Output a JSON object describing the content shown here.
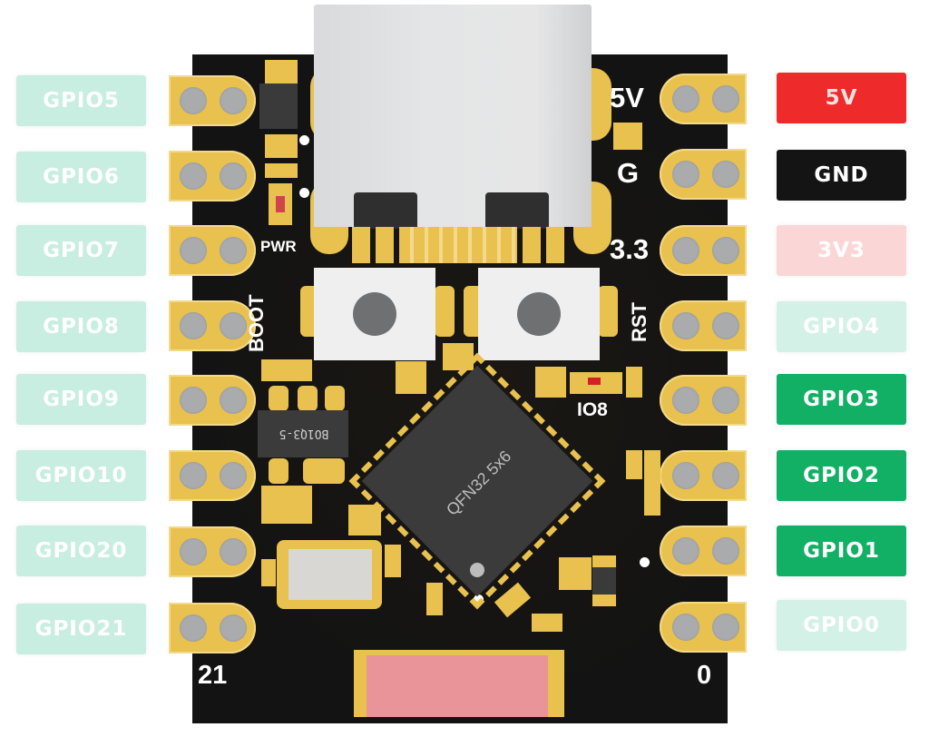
{
  "left_pins": [
    {
      "label": "GPIO5",
      "color": "#c7eee0"
    },
    {
      "label": "GPIO6",
      "color": "#c7eee0"
    },
    {
      "label": "GPIO7",
      "color": "#c7eee0"
    },
    {
      "label": "GPIO8",
      "color": "#c7eee0"
    },
    {
      "label": "GPIO9",
      "color": "#c7eee0"
    },
    {
      "label": "GPIO10",
      "color": "#c7eee0"
    },
    {
      "label": "GPIO20",
      "color": "#c7eee0"
    },
    {
      "label": "GPIO21",
      "color": "#c7eee0"
    }
  ],
  "right_pins": [
    {
      "label": "5V",
      "color": "#ee2a2a",
      "text_color": "#f4e3e3"
    },
    {
      "label": "GND",
      "color": "#141414",
      "text_color": "#ffffff"
    },
    {
      "label": "3V3",
      "color": "#fbd6d6",
      "text_color": "#ffffff"
    },
    {
      "label": "GPIO4",
      "color": "#d3f1e6",
      "text_color": "#ffffff"
    },
    {
      "label": "GPIO3",
      "color": "#12b064",
      "text_color": "#ffffff"
    },
    {
      "label": "GPIO2",
      "color": "#12b064",
      "text_color": "#ffffff"
    },
    {
      "label": "GPIO1",
      "color": "#12b064",
      "text_color": "#ffffff"
    },
    {
      "label": "GPIO0",
      "color": "#d3f1e6",
      "text_color": "#ffffff"
    }
  ],
  "silkscreen": {
    "pwr": "PWR",
    "boot": "BOOT",
    "rst": "RST",
    "io8": "IO8",
    "five_v": "5V",
    "gnd": "G",
    "three_v3": "3.3",
    "pin21": "21",
    "pin0": "0"
  },
  "chip": {
    "marking": "QFN32 5x6"
  },
  "ldo": {
    "marking": "BO1Q3-5"
  }
}
